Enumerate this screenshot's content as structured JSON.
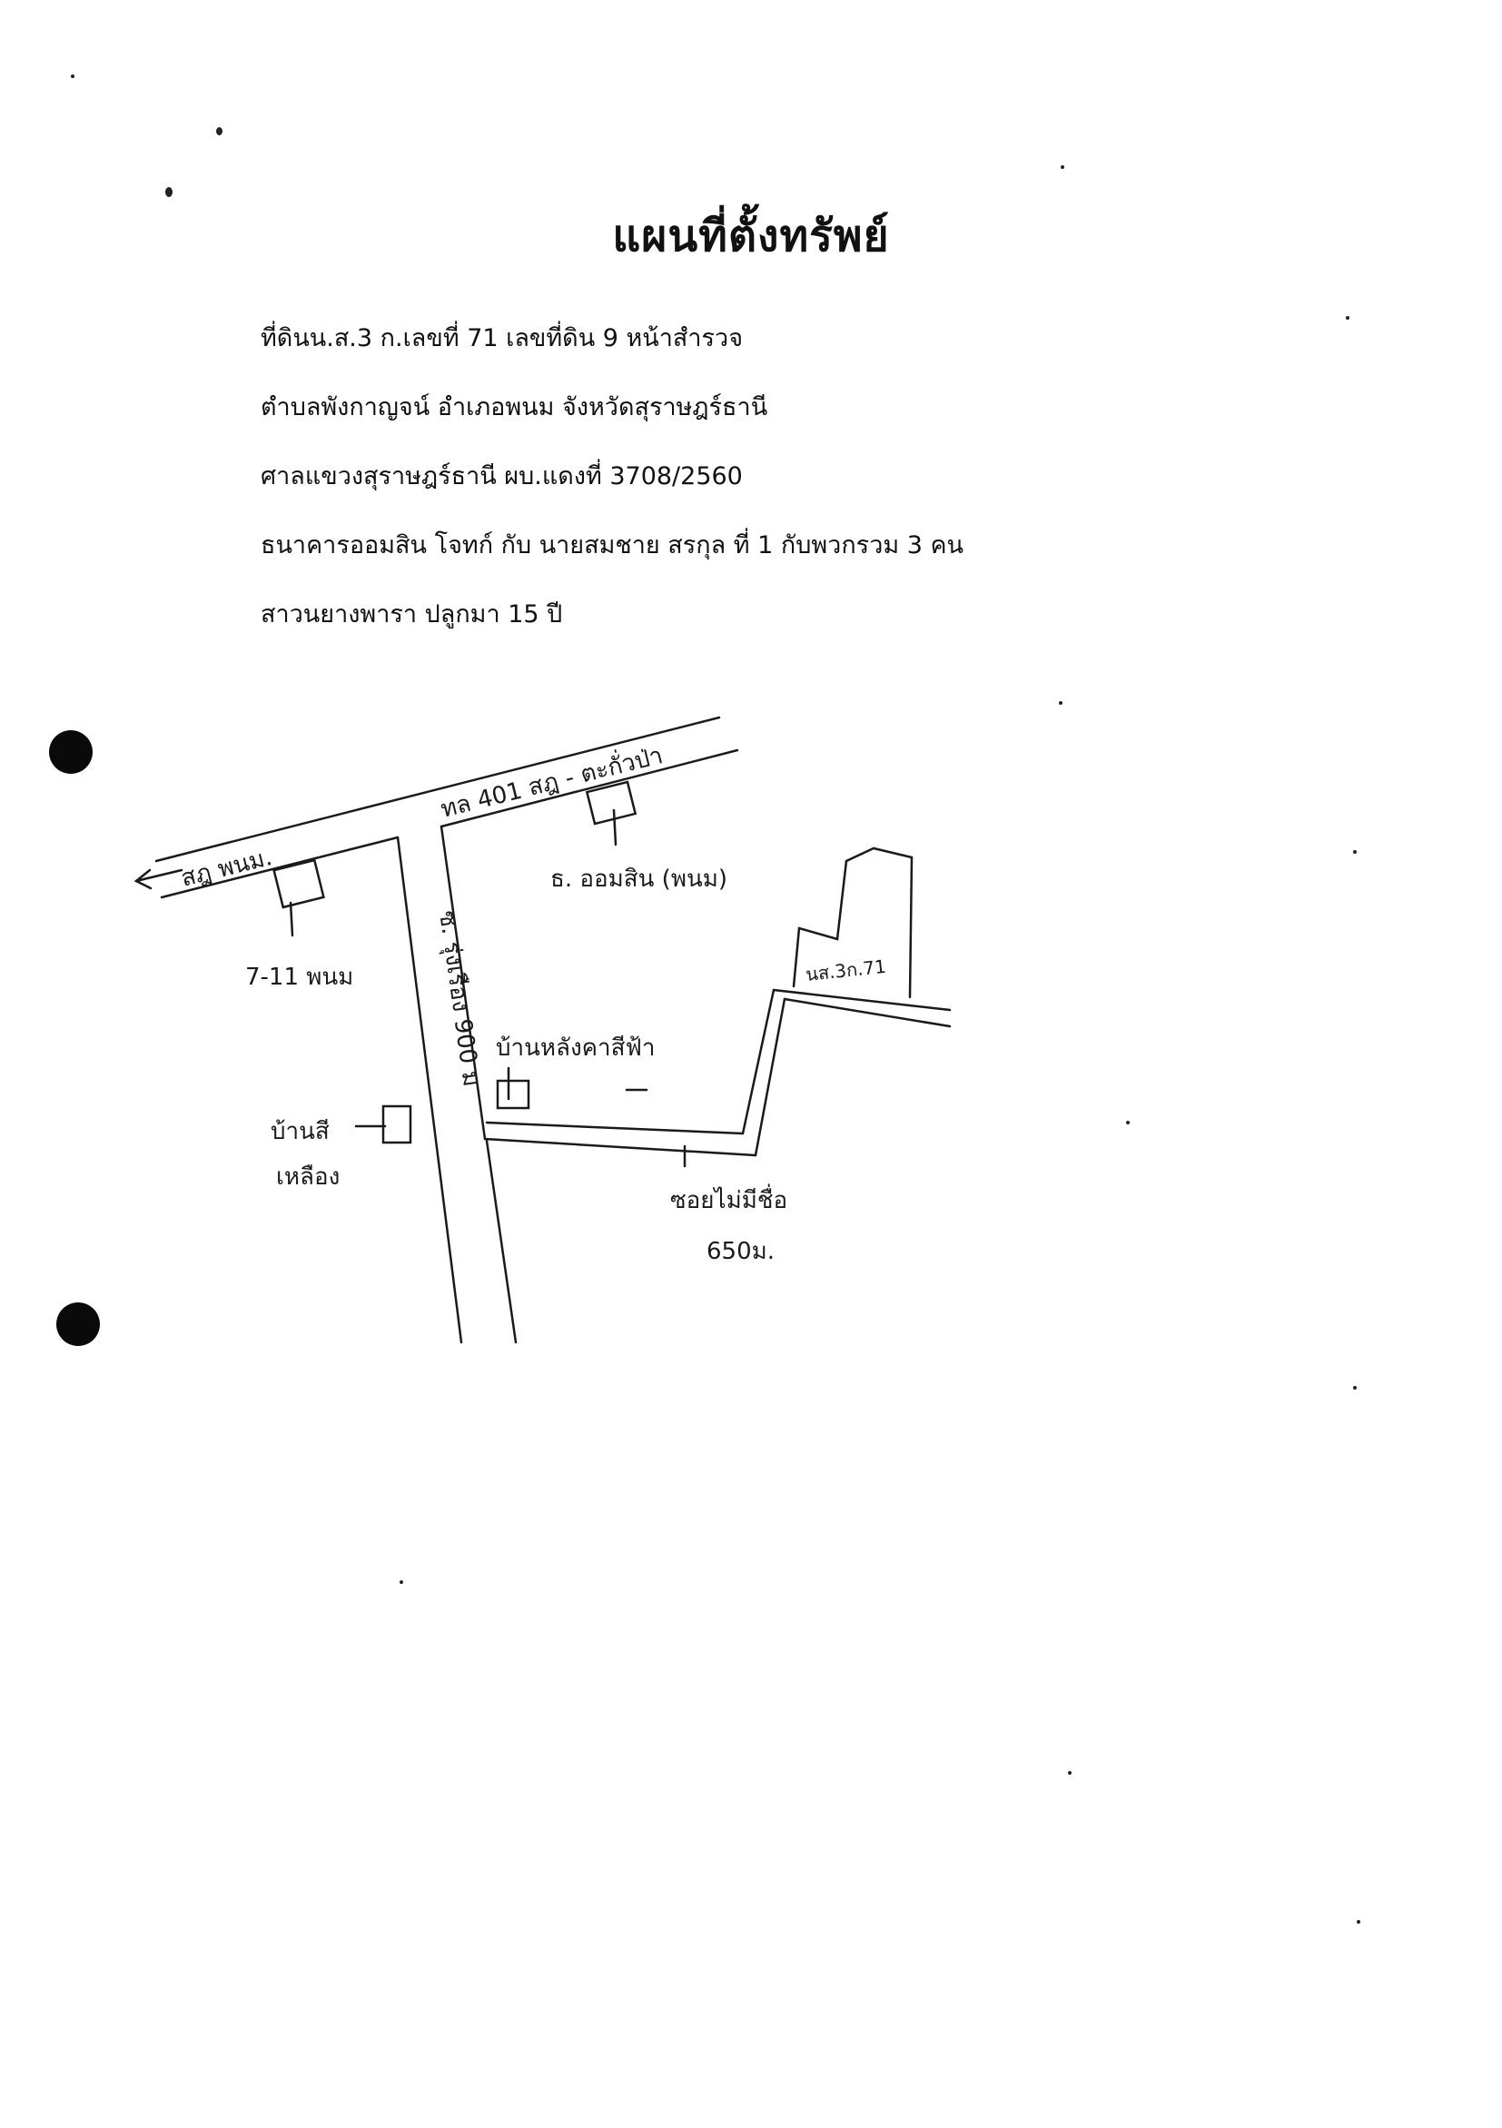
{
  "document": {
    "title": "แผนที่ตั้งทรัพย์",
    "lines": [
      "ที่ดินน.ส.3 ก.เลขที่  71  เลขที่ดิน  9  หน้าสำรวจ",
      "ตำบลพังกาญจน์  อำเภอพนม  จังหวัดสุราษฎร์ธานี",
      "ศาลแขวงสุราษฎร์ธานี  ผบ.แดงที่  3708/2560",
      "ธนาคารออมสิน  โจทก์  กับ  นายสมชาย  สรกุล  ที่  1  กับพวกรวม  3  คน",
      "สาวนยางพารา  ปลูกมา 15 ปี"
    ]
  },
  "map": {
    "labels": {
      "main_road": "ทล 401   สฎ - ตะกั่วป่า",
      "to_phanom": "สฎ พนม.",
      "bank": "ธ. ออมสิน (พนม)",
      "seven_eleven": "7-11 พนม",
      "side_road": "ซ. รุ่งเรือง 900 ม",
      "house_roof": "บ้านหลังคาสีฟ้า",
      "house_yellow_1": "บ้านสี",
      "house_yellow_2": "เหลือง",
      "parcel": "นส.3ก.71",
      "unnamed_lane": "ซอยไม่มีชื่อ",
      "distance": "650ม."
    }
  }
}
